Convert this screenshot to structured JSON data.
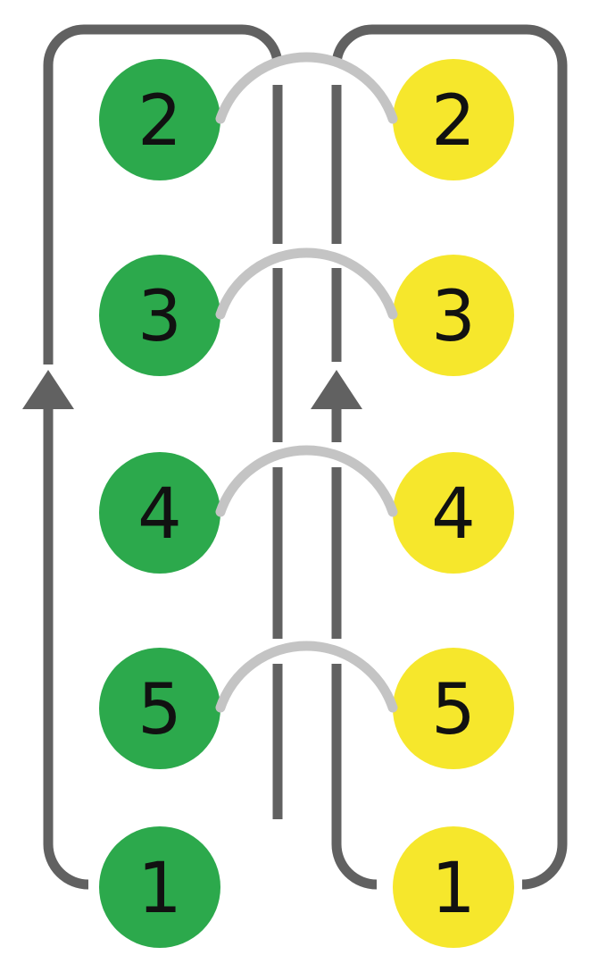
{
  "diagram": {
    "type": "cycle-columns",
    "background": "#ffffff",
    "left_column": {
      "color_name": "green",
      "node_fill": "#2ca94c",
      "nodes": [
        "2",
        "3",
        "4",
        "5",
        "1"
      ]
    },
    "right_column": {
      "color_name": "yellow",
      "node_fill": "#f6e72c",
      "nodes": [
        "2",
        "3",
        "4",
        "5",
        "1"
      ]
    },
    "node_label_color": "#111111",
    "loop": {
      "stroke": "#616161",
      "arrow_fill": "#616161",
      "left_arrow_direction": "up",
      "right_arrow_direction": "up"
    },
    "connectors": {
      "stroke": "#c4c4c4",
      "pairs": [
        [
          "2",
          "2"
        ],
        [
          "3",
          "3"
        ],
        [
          "4",
          "4"
        ],
        [
          "5",
          "5"
        ]
      ]
    }
  }
}
